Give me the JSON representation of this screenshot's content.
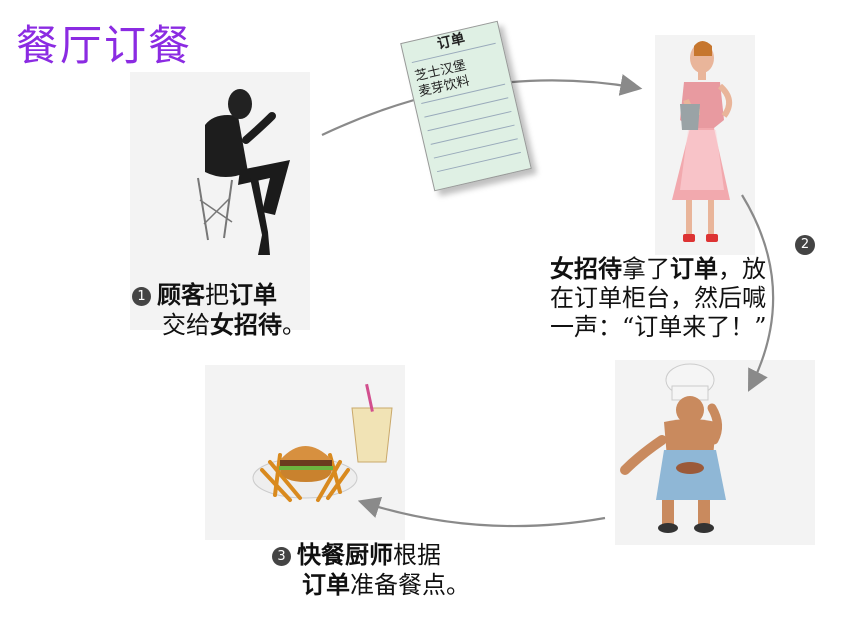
{
  "title": "餐厅订餐",
  "order_slip": {
    "header": "订单",
    "items": [
      "芝士汉堡",
      "麦芽饮料"
    ]
  },
  "steps": [
    {
      "number": "1",
      "segments": [
        {
          "text": "顾客",
          "bold": true
        },
        {
          "text": "把",
          "bold": false
        },
        {
          "text": "订单",
          "bold": true
        },
        {
          "text": "交给",
          "bold": false
        },
        {
          "text": "女招待",
          "bold": true
        },
        {
          "text": "。",
          "bold": false
        }
      ]
    },
    {
      "number": "2",
      "segments": [
        {
          "text": "女招待",
          "bold": true
        },
        {
          "text": "拿了",
          "bold": false
        },
        {
          "text": "订单",
          "bold": true
        },
        {
          "text": "，放在订单柜台，然后喊一声：“订单来了！”",
          "bold": false
        }
      ]
    },
    {
      "number": "3",
      "segments": [
        {
          "text": "快餐厨师",
          "bold": true
        },
        {
          "text": "根据",
          "bold": false
        },
        {
          "text": "订单",
          "bold": true
        },
        {
          "text": "准备餐点。",
          "bold": false
        }
      ]
    }
  ],
  "colors": {
    "title": "#8b2be2",
    "arrow": "#8a8a8a",
    "slip": "#dff0e4"
  }
}
